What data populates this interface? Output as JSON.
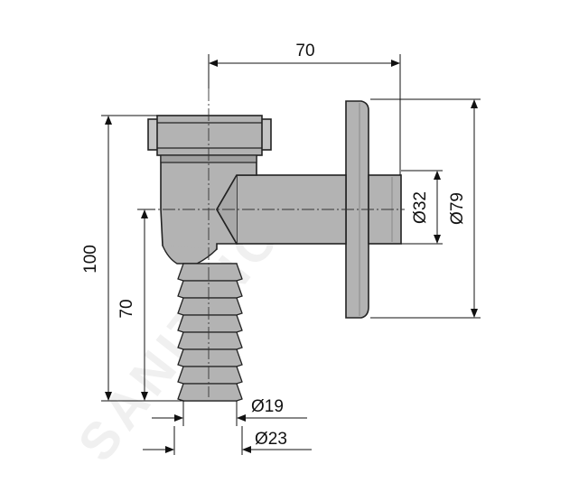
{
  "watermark": "SANITINO",
  "dimensions": {
    "top_width": "70",
    "total_height": "100",
    "outlet_height": "70",
    "diameter_outlet": "Ø32",
    "diameter_rosette": "Ø79",
    "diameter_hose_inner": "Ø19",
    "diameter_hose_outer": "Ø23"
  },
  "colors": {
    "part_fill": "#b3b3b3",
    "part_fill_dark": "#a0a0a0",
    "part_fill_light": "#c4c4c4",
    "outline": "#222222"
  }
}
